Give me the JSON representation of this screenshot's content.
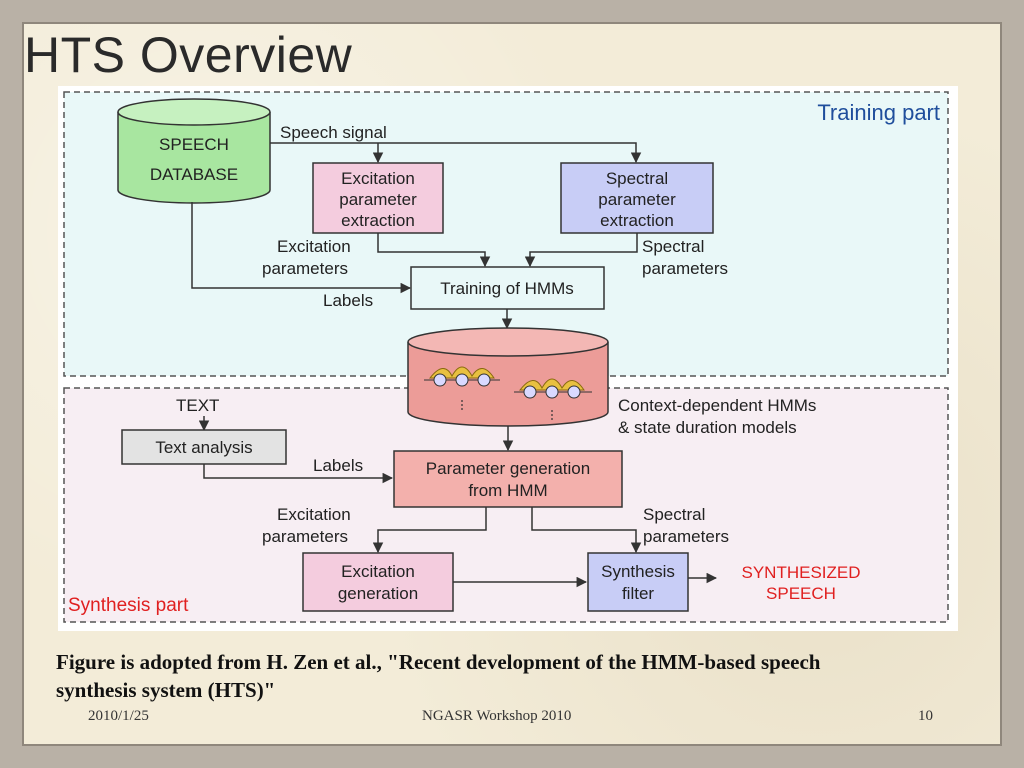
{
  "slide": {
    "title": "HTS Overview",
    "caption_line1": "Figure is adopted from H. Zen et al., \"Recent development of the HMM-based speech",
    "caption_line2": "synthesis system (HTS)\"",
    "footer_date": "2010/1/25",
    "footer_center": "NGASR Workshop 2010",
    "footer_page": "10"
  },
  "diagram": {
    "training_part": "Training part",
    "synthesis_part": "Synthesis part",
    "speech_db_line1": "SPEECH",
    "speech_db_line2": "DATABASE",
    "speech_signal": "Speech signal",
    "excitation_extraction": [
      "Excitation",
      "parameter",
      "extraction"
    ],
    "spectral_extraction": [
      "Spectral",
      "parameter",
      "extraction"
    ],
    "excitation_params_top": [
      "Excitation",
      "parameters"
    ],
    "spectral_params_top": [
      "Spectral",
      "parameters"
    ],
    "training_hmms": "Training of HMMs",
    "labels_top": "Labels",
    "context_models": [
      "Context-dependent HMMs",
      "& state duration models"
    ],
    "text": "TEXT",
    "text_analysis": "Text analysis",
    "labels_bottom": "Labels",
    "param_generation": [
      "Parameter generation",
      "from HMM"
    ],
    "excitation_params_bottom": [
      "Excitation",
      "parameters"
    ],
    "spectral_params_bottom": [
      "Spectral",
      "parameters"
    ],
    "excitation_generation": [
      "Excitation",
      "generation"
    ],
    "synthesis_filter": [
      "Synthesis",
      "filter"
    ],
    "synthesized_speech": [
      "SYNTHESIZED",
      "SPEECH"
    ]
  },
  "colors": {
    "training_bg": "#e9f8f8",
    "synthesis_bg": "#f7eef3",
    "database_green": "#a8e6a0",
    "excitation_pink": "#f4ccde",
    "spectral_blue": "#c8cdf6",
    "hmm_red": "#ec9c98",
    "param_gen_red": "#f3b0ac",
    "text_analysis_gray": "#e3e3e3",
    "accent_blue": "#1f4e9c",
    "accent_red": "#e02020"
  }
}
